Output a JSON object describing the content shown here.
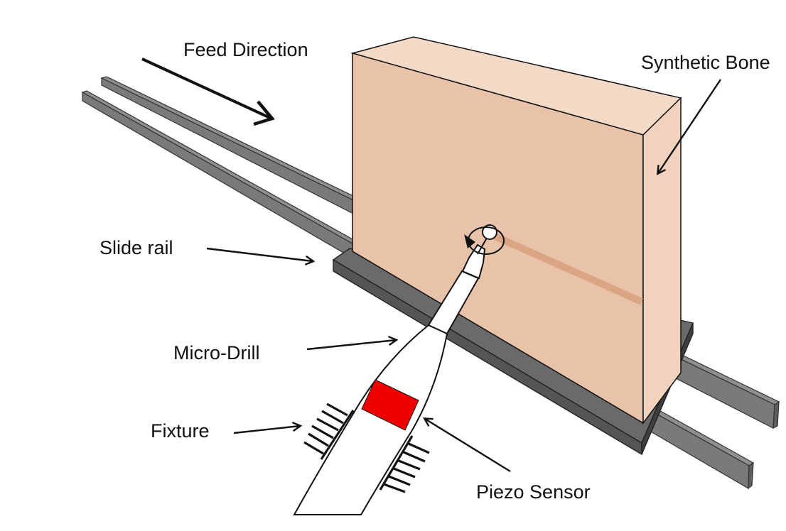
{
  "labels": {
    "feed_direction": "Feed Direction",
    "synthetic_bone": "Synthetic Bone",
    "slide_rail": "Slide rail",
    "micro_drill": "Micro-Drill",
    "fixture": "Fixture",
    "piezo_sensor": "Piezo Sensor"
  },
  "colors": {
    "bone_front": "#e8c3aa",
    "bone_side": "#f0d2bd",
    "bone_top": "#f3dac7",
    "drill_track": "#dba583",
    "rail": "#7a7a7a",
    "base_plate": "#555555",
    "piezo_sensor": "#ee0000",
    "outline": "#000000"
  },
  "icons": {
    "rotation": "rotation-arrow-icon",
    "drill_bit": "drill-bit-ball-icon"
  }
}
